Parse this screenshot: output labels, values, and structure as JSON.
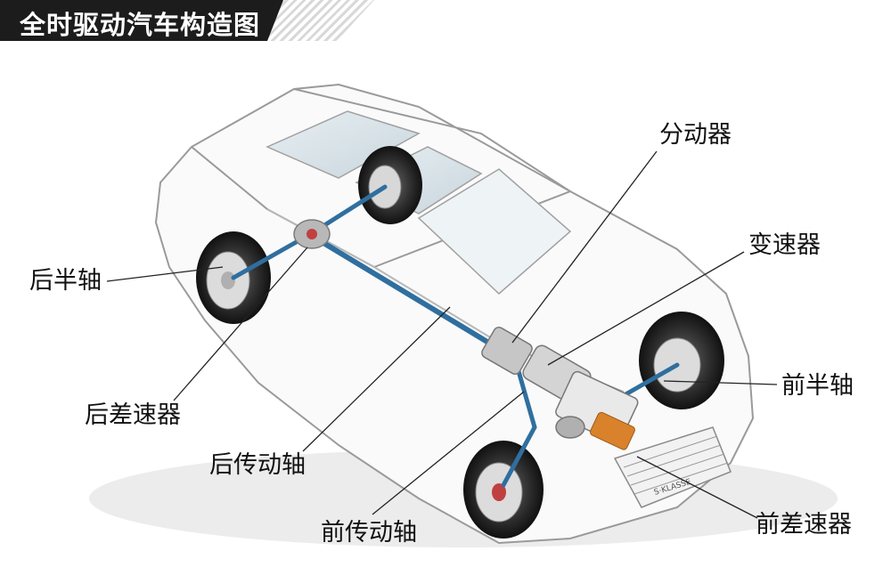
{
  "header": {
    "title": "全时驱动汽车构造图"
  },
  "labels": {
    "transfer_case": "分动器",
    "transmission": "变速器",
    "rear_half_shaft": "后半轴",
    "rear_differential": "后差速器",
    "rear_drive_shaft": "后传动轴",
    "front_drive_shaft": "前传动轴",
    "front_half_shaft": "前半轴",
    "front_differential": "前差速器"
  },
  "car": {
    "grille_badge": "S·KLASSE"
  },
  "colors": {
    "title_bg": "#1c1c1c",
    "title_text": "#ffffff",
    "label_text": "#111111",
    "leader_line": "#222222",
    "drivetrain": "#2f6f9f",
    "engine_accent": "#d9822b"
  }
}
